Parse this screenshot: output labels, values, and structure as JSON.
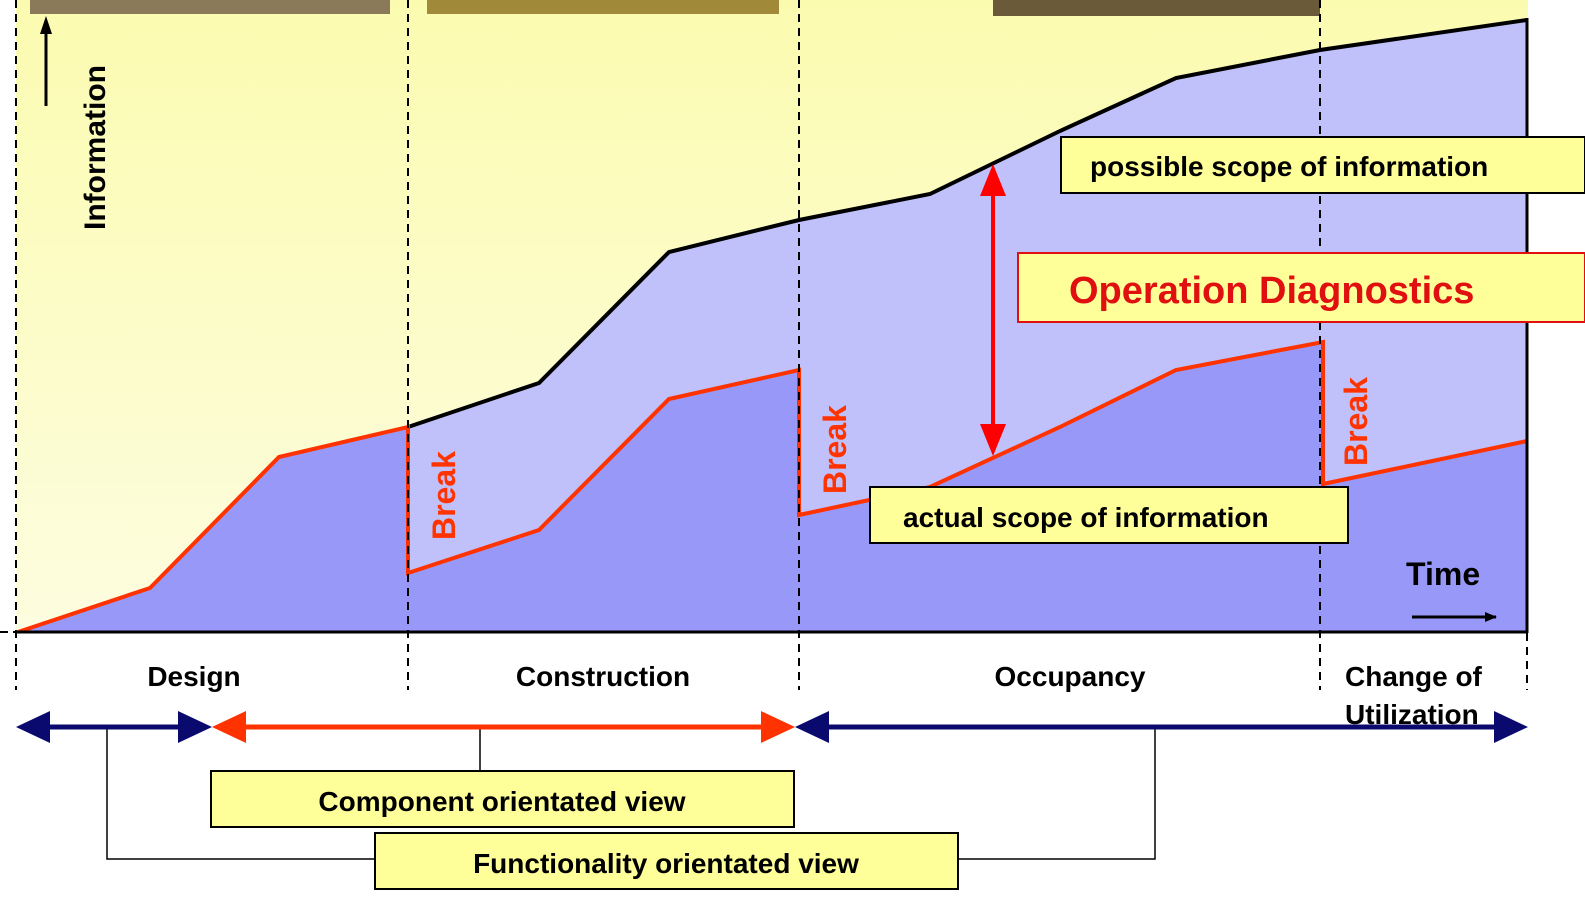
{
  "axis": {
    "y_label": "Information",
    "x_label": "Time"
  },
  "phases": {
    "design": "Design",
    "construction": "Construction",
    "occupancy": "Occupancy",
    "change_line1": "Change of",
    "change_line2": "Utilization"
  },
  "breaks": {
    "label": "Break"
  },
  "boxes": {
    "possible_scope": "possible scope of information",
    "operation_diagnostics": "Operation Diagnostics",
    "actual_scope": "actual scope of information",
    "component_view": "Component orientated view",
    "functionality_view": "Functionality orientated view"
  },
  "colors": {
    "background_yellow": "#fbfbb0",
    "possible_area": "#c0c0fa",
    "actual_area": "#9898f8",
    "actual_line": "#ff3300",
    "possible_line": "#000000",
    "diagnostics_text": "#e01010",
    "box_fill": "#ffff99",
    "navy_arrow": "#0a0a6e",
    "orange_arrow": "#ff3300"
  }
}
